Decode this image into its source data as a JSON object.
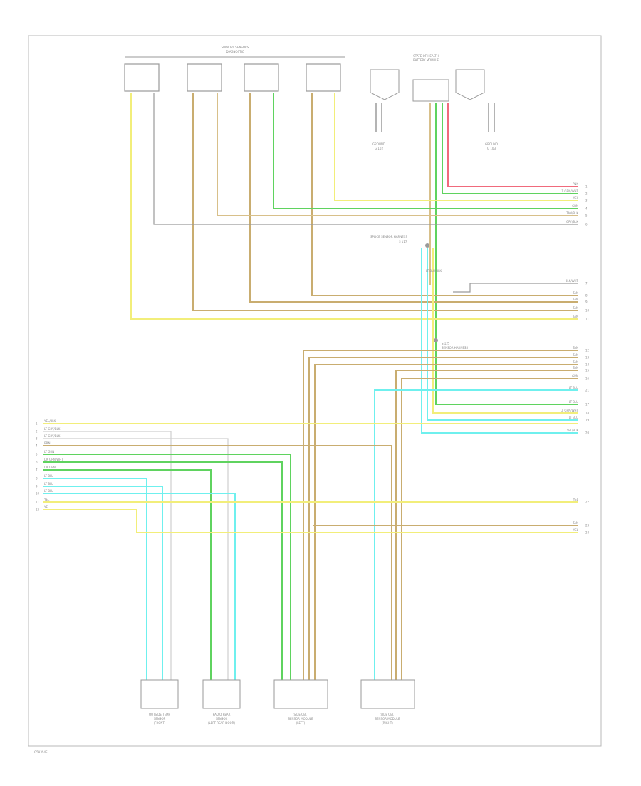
{
  "diagram_code": "G5A3S4E",
  "top_connectors_title": "SUPPORT SENSORS",
  "top_connectors_subtitle": "DIAGNOSTIC",
  "module_title_line1": "STATE OF HEALTH",
  "module_title_line2": "BATTERY MODULE",
  "module_left_ground": "GROUND",
  "module_left_ground_sub": "G 102",
  "module_right_ground": "GROUND",
  "module_right_ground_sub": "G 103",
  "splice_upper_label": "SPLICE SENSOR HARNESS",
  "splice_upper_sub": "S 117",
  "splice_upper_mid": "LT BLU/BLK",
  "splice_lower_label": "S 125",
  "splice_lower_sub": "SENSOR HARNESS",
  "colors": {
    "tan": "#d8c08a",
    "tan_dark": "#c9ad70",
    "yellow": "#f2ee7a",
    "green": "#5fd35f",
    "cyan": "#6ff0ee",
    "red": "#f06a7c",
    "gray": "#9a9a9a"
  },
  "right_wires": [
    {
      "label": "PNK",
      "pin": "1"
    },
    {
      "label": "LT GRN/WHT",
      "pin": "2"
    },
    {
      "label": "YEL",
      "pin": "3"
    },
    {
      "label": "GRN",
      "pin": "4"
    },
    {
      "label": "TAN/BLK",
      "pin": "5"
    },
    {
      "label": "GRY/BLK",
      "pin": "6"
    },
    {
      "label": "BLK/WHT",
      "pin": "7"
    },
    {
      "label": "TAN",
      "pin": "8"
    },
    {
      "label": "TAN",
      "pin": "9"
    },
    {
      "label": "TAN",
      "pin": "10"
    },
    {
      "label": "TAN",
      "pin": "11"
    },
    {
      "label": "TAN",
      "pin": "12"
    },
    {
      "label": "TAN",
      "pin": "13"
    },
    {
      "label": "TAN",
      "pin": "14"
    },
    {
      "label": "TAN",
      "pin": "15"
    },
    {
      "label": "GRN",
      "pin": "16"
    },
    {
      "label": "LT BLU",
      "pin": "17"
    },
    {
      "label": "LT GRN/WHT",
      "pin": "18"
    },
    {
      "label": "LT BLU",
      "pin": "19"
    },
    {
      "label": "YEL/BLK",
      "pin": "20"
    },
    {
      "label": "LT BLU",
      "pin": "21"
    },
    {
      "label": "YEL",
      "pin": "22"
    },
    {
      "label": "TAN",
      "pin": "23"
    },
    {
      "label": "YEL",
      "pin": "24"
    }
  ],
  "left_wires": [
    {
      "label": "YEL/BLK",
      "pin": "1"
    },
    {
      "label": "LT GRY/BLK",
      "pin": "2"
    },
    {
      "label": "LT GRY/BLK",
      "pin": "3"
    },
    {
      "label": "BRN",
      "pin": "4"
    },
    {
      "label": "LT GRN",
      "pin": "5"
    },
    {
      "label": "DK GRN/WHT",
      "pin": "6"
    },
    {
      "label": "DK GRN",
      "pin": "7"
    },
    {
      "label": "LT BLU",
      "pin": "8"
    },
    {
      "label": "LT BLU",
      "pin": "9"
    },
    {
      "label": "LT BLU",
      "pin": "10"
    },
    {
      "label": "YEL",
      "pin": "11"
    },
    {
      "label": "YEL",
      "pin": "12"
    }
  ],
  "bottom_components": [
    {
      "line1": "OUTSIDE TEMP",
      "line2": "SENSOR",
      "line3": "(FRONT)"
    },
    {
      "line1": "RADIO REAR",
      "line2": "SENSOR",
      "line3": "(LEFT REAR DOOR)"
    },
    {
      "line1": "SIDE OBJ.",
      "line2": "SENSOR MODULE",
      "line3": "(LEFT)"
    },
    {
      "line1": "SIDE OBJ.",
      "line2": "SENSOR MODULE",
      "line3": "(RIGHT)"
    }
  ]
}
